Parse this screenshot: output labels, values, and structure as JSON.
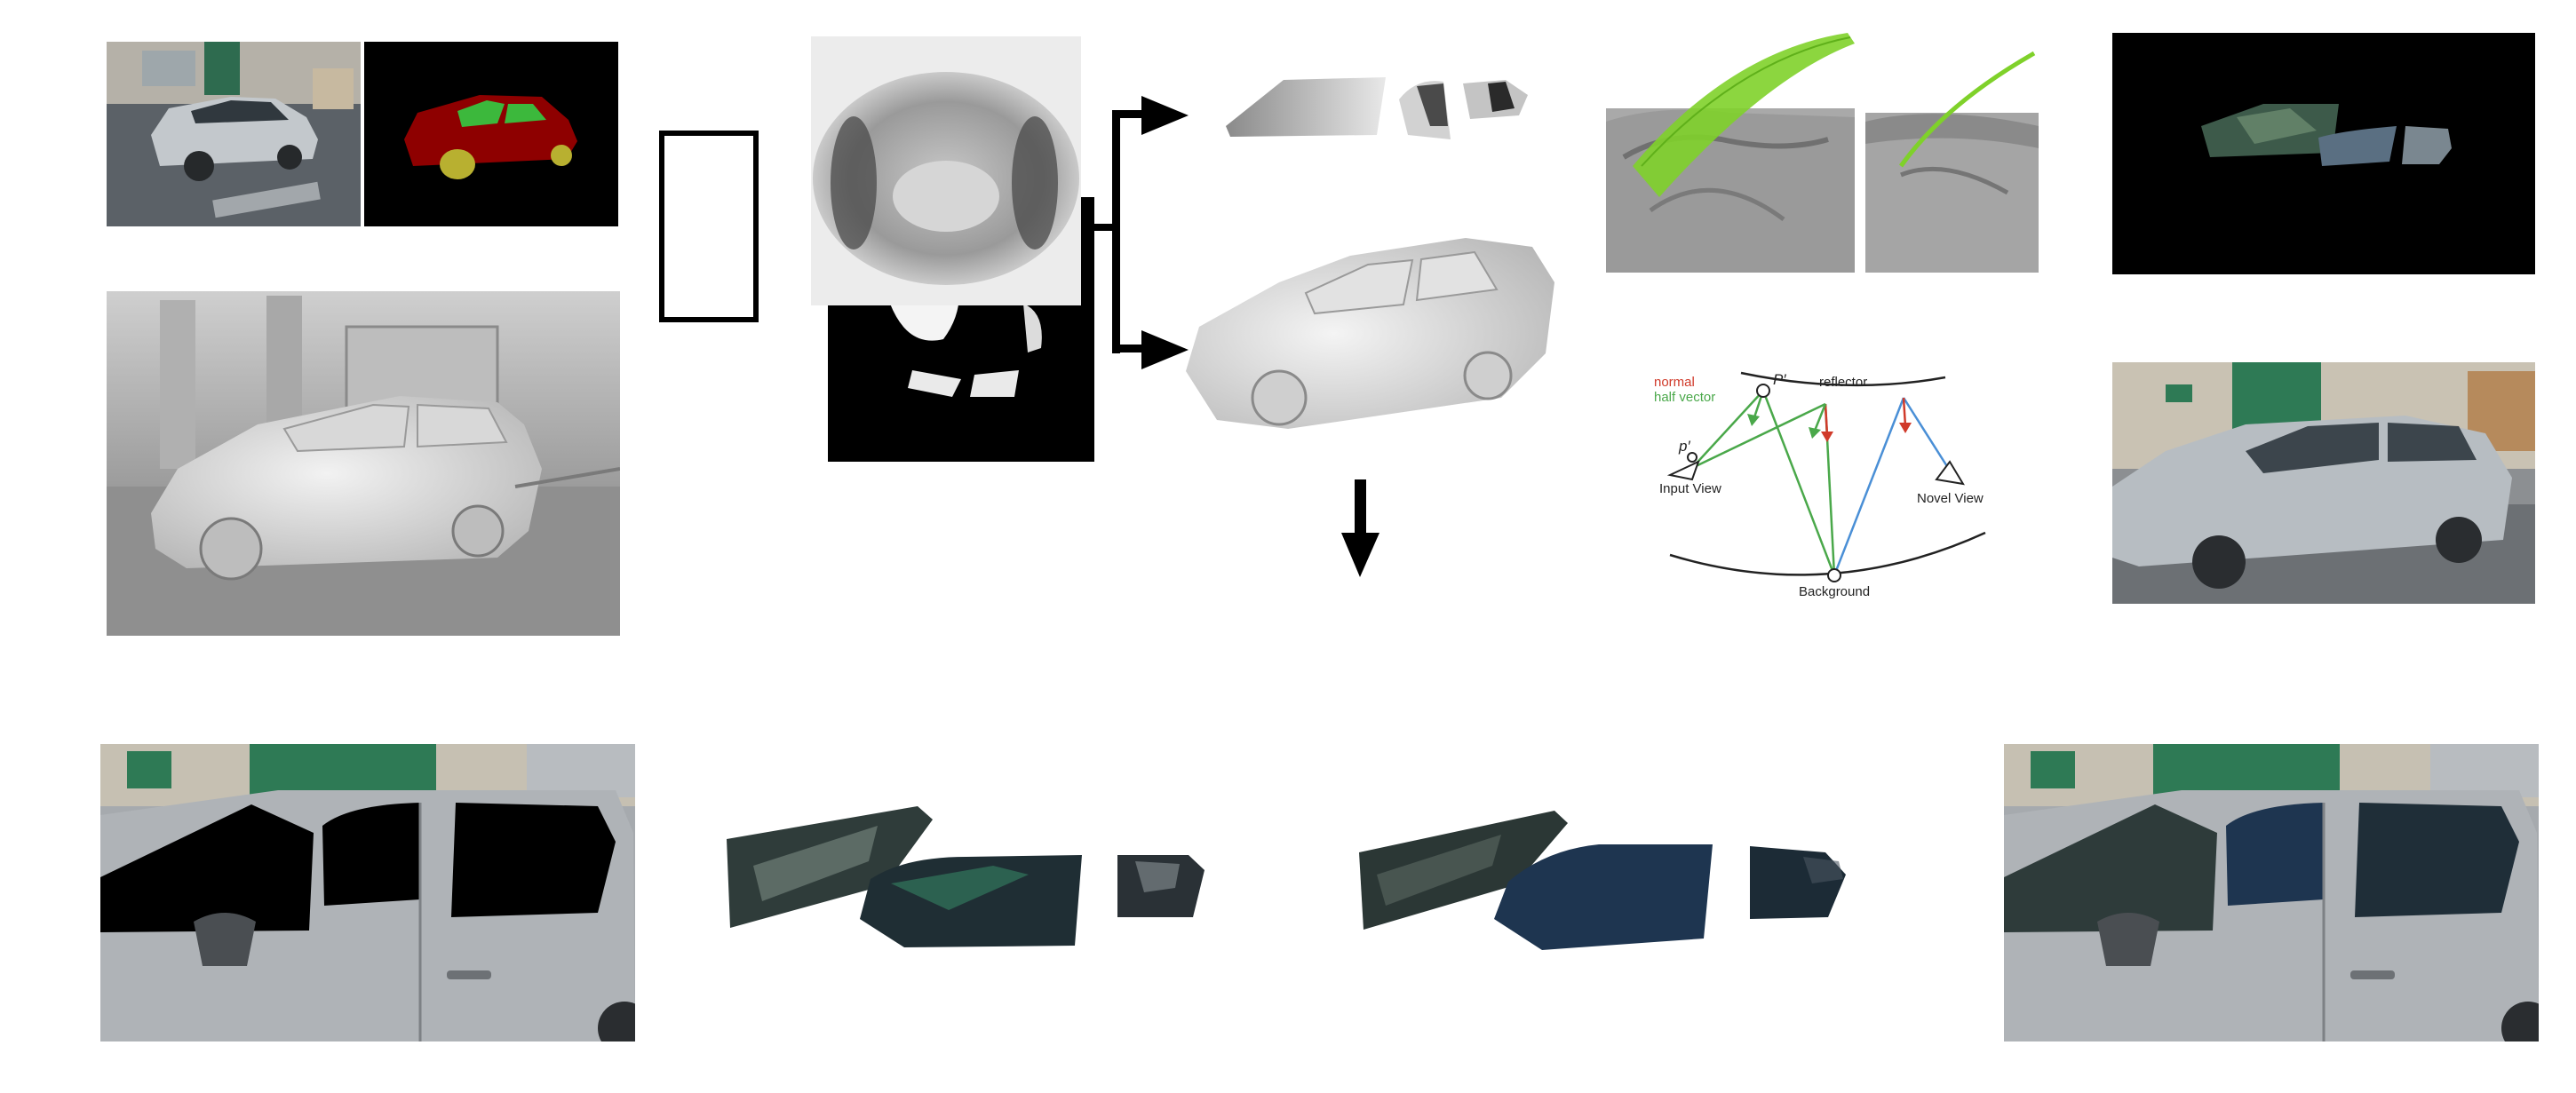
{
  "diagram": {
    "reflection_diagram": {
      "legend_normal": "normal",
      "legend_half_vector": "half vector",
      "reflector": "reflector",
      "p_prime_upper": "P′",
      "p_prime_lower": "p′",
      "input_view": "Input View",
      "novel_view": "Novel View",
      "background": "Background"
    },
    "colors": {
      "normal": "#d03a2a",
      "half_vector": "#4aa84a",
      "ray_blue": "#4a8fd6",
      "reflector_line": "#222222",
      "surface_green": "#7fd12a",
      "segmentation_body": "#8e0000",
      "segmentation_window": "#3cb83c",
      "segmentation_wheel": "#b8b030",
      "window_dark_blue": "#1e3550"
    }
  }
}
